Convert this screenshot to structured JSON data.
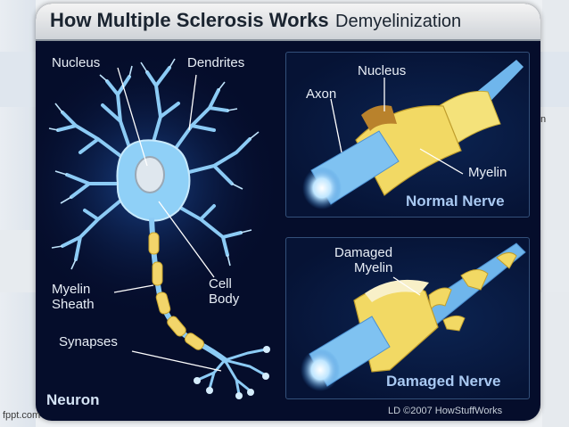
{
  "slide": {
    "footer_brand": "fppt.com",
    "stray_text": "n"
  },
  "header": {
    "title": "How Multiple Sclerosis Works",
    "subtitle": "Demyelinization"
  },
  "neuron": {
    "labels": {
      "nucleus": "Nucleus",
      "dendrites": "Dendrites",
      "myelin_sheath_line1": "Myelin",
      "myelin_sheath_line2": "Sheath",
      "cell_body_line1": "Cell",
      "cell_body_line2": "Body",
      "synapses": "Synapses",
      "caption": "Neuron"
    }
  },
  "normal_nerve": {
    "labels": {
      "axon": "Axon",
      "nucleus": "Nucleus",
      "myelin": "Myelin",
      "caption": "Normal Nerve"
    }
  },
  "damaged_nerve": {
    "labels": {
      "damaged_myelin_line1": "Damaged",
      "damaged_myelin_line2": "Myelin",
      "caption": "Damaged Nerve"
    }
  },
  "credit": "LD ©2007 HowStuffWorks",
  "colors": {
    "background_navy": "#050d2b",
    "neuron_blue": "#7fc4f2",
    "myelin_yellow": "#f2dc6b",
    "caption_blue": "#a9c9f2"
  }
}
